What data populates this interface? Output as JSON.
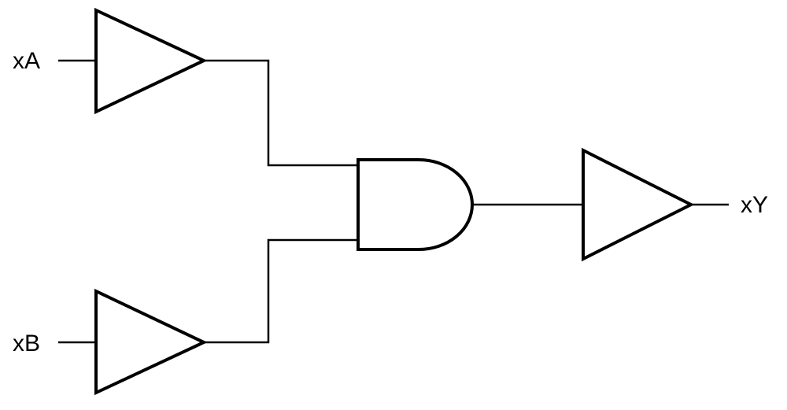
{
  "diagram": {
    "type": "logic-circuit-schematic",
    "inputs": [
      {
        "label": "xA"
      },
      {
        "label": "xB"
      }
    ],
    "output": {
      "label": "xY"
    },
    "gates": [
      {
        "name": "input-buffer-a",
        "type": "buffer",
        "driven_by": "xA",
        "drives": "and-gate-top-input"
      },
      {
        "name": "input-buffer-b",
        "type": "buffer",
        "driven_by": "xB",
        "drives": "and-gate-bottom-input"
      },
      {
        "name": "and-gate",
        "type": "AND",
        "inputs": [
          "input-buffer-a",
          "input-buffer-b"
        ]
      },
      {
        "name": "output-buffer",
        "type": "buffer",
        "driven_by": "and-gate",
        "drives": "xY"
      }
    ],
    "colors": {
      "stroke": "#000000",
      "background": "#ffffff"
    }
  }
}
